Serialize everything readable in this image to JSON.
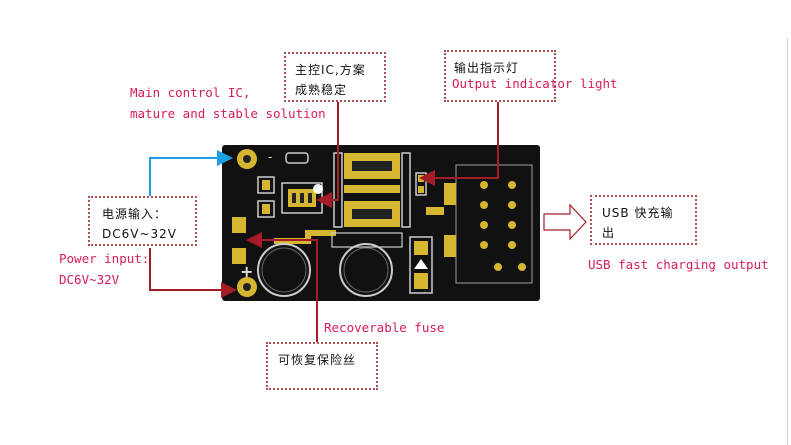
{
  "board": {
    "minus_sign": "-",
    "plus_sign": "+"
  },
  "labels": {
    "main_ic": {
      "cn_line1": "主控IC,方案",
      "cn_line2": "成熟稳定",
      "en_line1": "Main control IC,",
      "en_line2": "mature and stable solution"
    },
    "indicator": {
      "cn": "输出指示灯",
      "en": "Output indicator light"
    },
    "power": {
      "cn_line1": "电源输入：",
      "cn_line2": "DC6V~32V",
      "en_line1": "Power input:",
      "en_line2": "DC6V~32V"
    },
    "usb": {
      "cn_line1": "USB 快充输",
      "cn_line2": "出",
      "en": "USB fast charging output"
    },
    "fuse": {
      "cn": "可恢复保险丝",
      "en": "Recoverable fuse"
    }
  },
  "colors": {
    "board": "#111111",
    "pad_gold": "#d6b531",
    "annotation_box": "#b05050",
    "annotation_text": "#d81d56",
    "leader_red": "#a51c24",
    "leader_blue": "#1ba0e3"
  }
}
